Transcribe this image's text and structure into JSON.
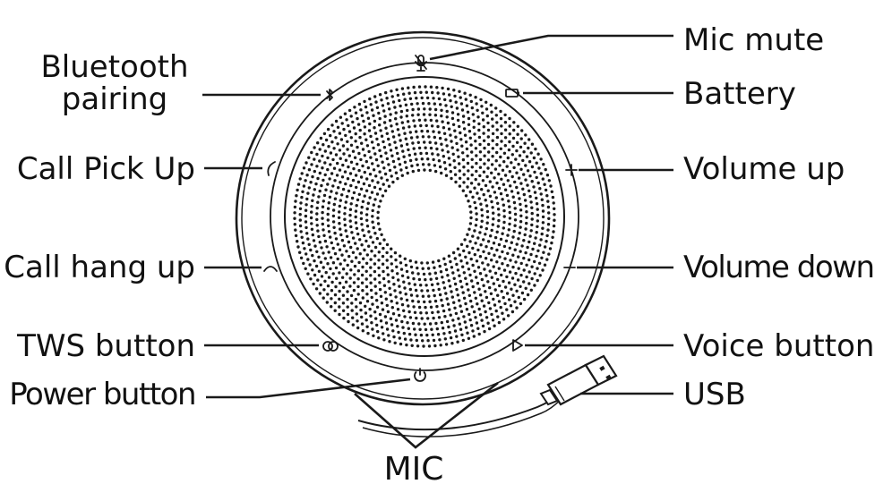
{
  "labels": {
    "mic_mute": "Mic mute",
    "bluetooth_line1": "Bluetooth",
    "bluetooth_line2": "pairing",
    "battery": "Battery",
    "call_pick_up": "Call Pick Up",
    "volume_up": "Volume up",
    "call_hang_up": "Call hang up",
    "volume_down": "Volume down",
    "tws_button": "TWS button",
    "voice_button": "Voice button",
    "power_button": "Power button",
    "usb": "USB",
    "mic": "MIC"
  },
  "icons": {
    "mic_mute": "mic-mute-icon",
    "bluetooth": "bluetooth-icon",
    "battery": "battery-icon",
    "call_pick_up": "phone-pickup-icon",
    "volume_up": "plus-icon",
    "call_hang_up": "phone-hangup-icon",
    "volume_down": "minus-icon",
    "tws": "tws-link-icon",
    "voice": "play-triangle-icon",
    "power": "power-icon",
    "usb": "usb-connector-icon"
  },
  "colors": {
    "ink": "#1a1a1a",
    "background": "#ffffff"
  }
}
